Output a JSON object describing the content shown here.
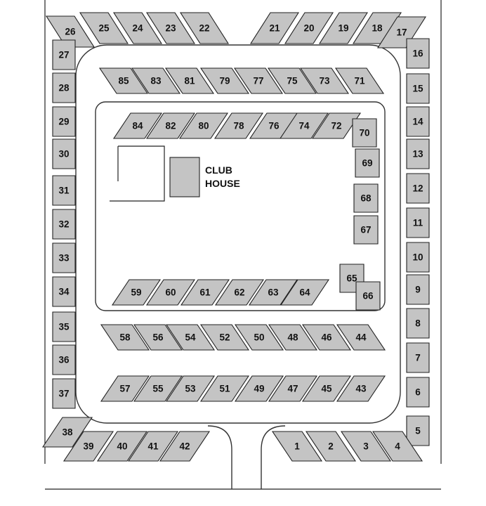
{
  "map": {
    "clubhouse": {
      "line1": "CLUB",
      "line2": "HOUSE"
    },
    "sites": [
      "1",
      "2",
      "3",
      "4",
      "5",
      "6",
      "7",
      "8",
      "9",
      "10",
      "11",
      "12",
      "13",
      "14",
      "15",
      "16",
      "17",
      "18",
      "19",
      "20",
      "21",
      "22",
      "23",
      "24",
      "25",
      "26",
      "27",
      "28",
      "29",
      "30",
      "31",
      "32",
      "33",
      "34",
      "35",
      "36",
      "37",
      "38",
      "39",
      "40",
      "41",
      "42",
      "43",
      "44",
      "45",
      "46",
      "47",
      "48",
      "49",
      "50",
      "51",
      "52",
      "53",
      "54",
      "55",
      "56",
      "57",
      "58",
      "59",
      "60",
      "61",
      "62",
      "63",
      "64",
      "65",
      "66",
      "67",
      "68",
      "69",
      "70",
      "71",
      "72",
      "73",
      "74",
      "75",
      "76",
      "77",
      "78",
      "79",
      "80",
      "81",
      "82",
      "83",
      "84",
      "85"
    ]
  },
  "colors": {
    "site_fill": "#c4c4c4",
    "outline": "#202020",
    "background": "#ffffff"
  }
}
